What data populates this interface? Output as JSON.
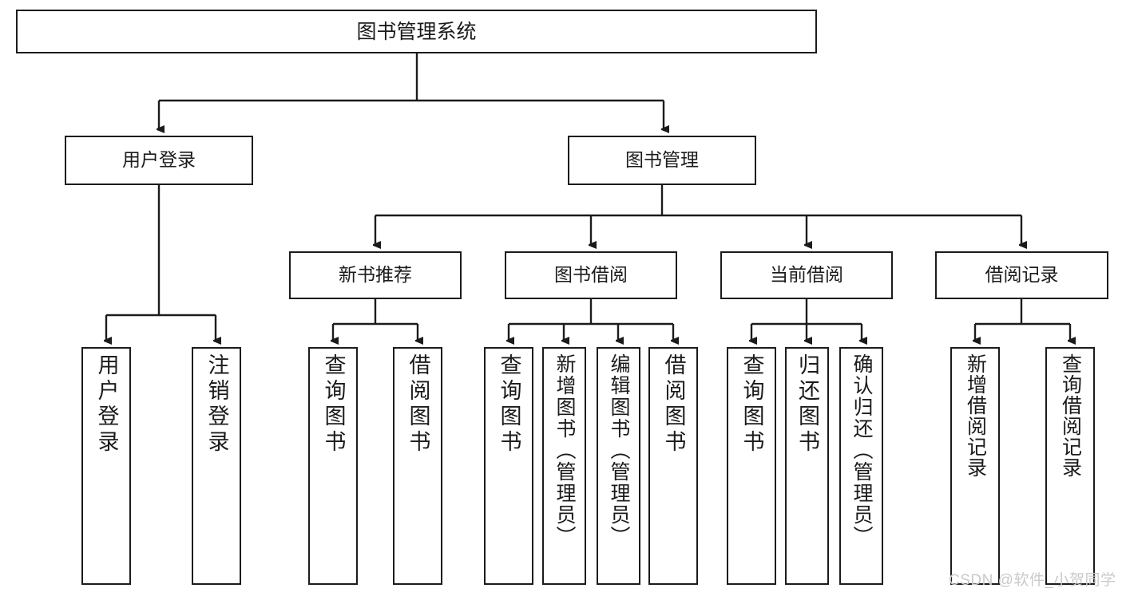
{
  "diagram": {
    "type": "tree",
    "title": "图书管理系统",
    "root": {
      "label": "图书管理系统"
    },
    "level2": [
      {
        "label": "用户登录"
      },
      {
        "label": "图书管理"
      }
    ],
    "level3": [
      {
        "label": "新书推荐"
      },
      {
        "label": "图书借阅"
      },
      {
        "label": "当前借阅"
      },
      {
        "label": "借阅记录"
      }
    ],
    "leaves": {
      "user_login": [
        {
          "label": "用户登录"
        },
        {
          "label": "注销登录"
        }
      ],
      "new_book_recommend": [
        {
          "label": "查询图书"
        },
        {
          "label": "借阅图书"
        }
      ],
      "book_borrow": [
        {
          "label": "查询图书"
        },
        {
          "label": "新增图书（管理员）"
        },
        {
          "label": "编辑图书（管理员）"
        },
        {
          "label": "借阅图书"
        }
      ],
      "current_borrow": [
        {
          "label": "查询图书"
        },
        {
          "label": "归还图书"
        },
        {
          "label": "确认归还（管理员）"
        }
      ],
      "borrow_record": [
        {
          "label": "新增借阅记录"
        },
        {
          "label": "查询借阅记录"
        }
      ]
    }
  },
  "watermark": {
    "text": "CSDN @软件_小贺同学"
  },
  "colors": {
    "stroke": "#1b1b1b",
    "background": "#ffffff",
    "text": "#1b1b1b",
    "watermark": "#c9c9c9"
  }
}
